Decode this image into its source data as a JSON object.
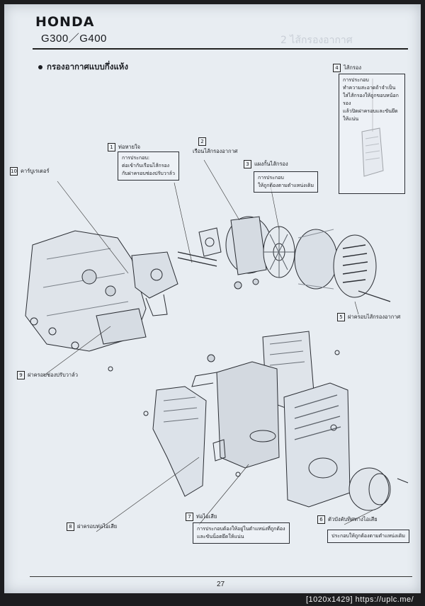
{
  "header": {
    "brand": "HONDA",
    "model": "G300／G400"
  },
  "section_title": "กรองอากาศแบบกึ่งแห้ง",
  "callouts": [
    {
      "num": "1",
      "label": "ท่อหายใจ"
    },
    {
      "num": "2",
      "label": "เรือนไส้กรองอากาศ"
    },
    {
      "num": "3",
      "label": "แผงกั้นไส้กรอง"
    },
    {
      "num": "4",
      "label": "ไส้กรอง"
    },
    {
      "num": "5",
      "label": "ฝาครอบไส้กรองอากาศ"
    },
    {
      "num": "6",
      "label": "ตัวบังคับทิศทางไอเสีย"
    },
    {
      "num": "7",
      "label": "ท่อไอเสีย"
    },
    {
      "num": "8",
      "label": "ฝาครอบท่อไอเสีย"
    },
    {
      "num": "9",
      "label": "ฝาครอบช่องปรับวาล์ว"
    },
    {
      "num": "10",
      "label": "คาร์บูเรเตอร์"
    }
  ],
  "notes": {
    "breather": {
      "title": "การประกอบ:",
      "lines": [
        "ต่อเข้ากับเรือนไส้กรอง",
        "กับฝาครอบช่องปรับวาล์ว"
      ]
    },
    "grid": {
      "title": "การประกอบ",
      "lines": [
        "ให้ถูกต้องตามตำแหน่งเดิม"
      ]
    },
    "element": {
      "title": "การประกอบ",
      "lines": [
        "ทำความสะอาดถ้าจำเป็น",
        "ใส่ไส้กรองให้ถูกขอบหน้อกรอง",
        "แล้วปิดฝาครอบและขันยึดให้แน่น"
      ]
    },
    "muffler": {
      "lines": [
        "การประกอบต้องให้อยู่ในตำแหน่งที่ถูกต้อง",
        "และขันน็อตยึดให้แน่น"
      ]
    },
    "deflector": {
      "lines": [
        "ประกอบให้ถูกต้องตามตำแหน่งเดิม"
      ]
    }
  },
  "page_number": "27",
  "watermark": "[1020x1429] https://uplc.me/"
}
